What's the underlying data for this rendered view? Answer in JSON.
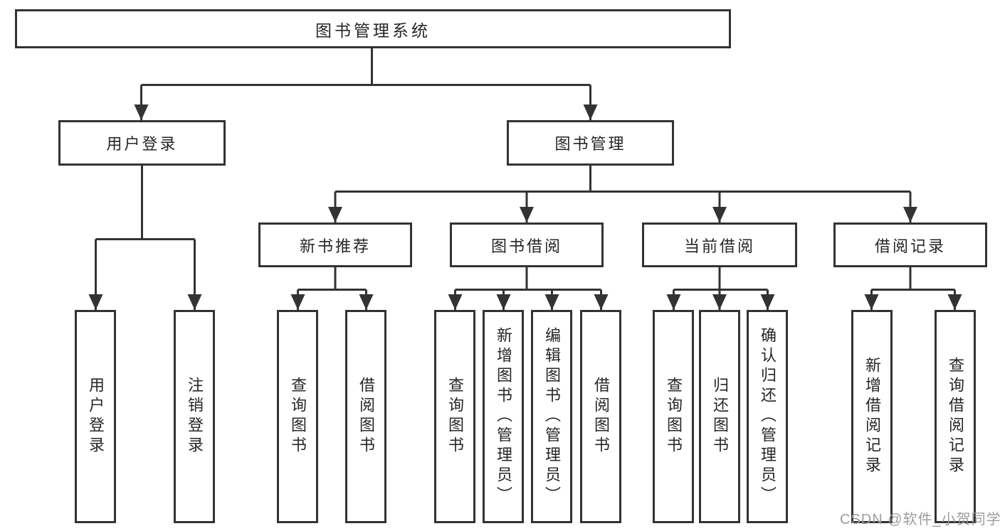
{
  "tree": {
    "root": {
      "label": "图书管理系统"
    },
    "branches": [
      {
        "label": "用户登录",
        "children": [
          {
            "label": "用户登录"
          },
          {
            "label": "注销登录"
          }
        ]
      },
      {
        "label": "图书管理",
        "children": [
          {
            "label": "新书推荐",
            "children": [
              {
                "label": "查询图书"
              },
              {
                "label": "借阅图书"
              }
            ]
          },
          {
            "label": "图书借阅",
            "children": [
              {
                "label": "查询图书"
              },
              {
                "label": "新增图书（管理员）"
              },
              {
                "label": "编辑图书（管理员）"
              },
              {
                "label": "借阅图书"
              }
            ]
          },
          {
            "label": "当前借阅",
            "children": [
              {
                "label": "查询图书"
              },
              {
                "label": "归还图书"
              },
              {
                "label": "确认归还（管理员）"
              }
            ]
          },
          {
            "label": "借阅记录",
            "children": [
              {
                "label": "新增借阅记录"
              },
              {
                "label": "查询借阅记录"
              }
            ]
          }
        ]
      }
    ]
  },
  "watermark": {
    "text": "CSDN @软件_小贺同学"
  },
  "colors": {
    "line": "#333333",
    "text": "#262626",
    "watermark_text": "#9c9c9c",
    "background": "#ffffff"
  }
}
